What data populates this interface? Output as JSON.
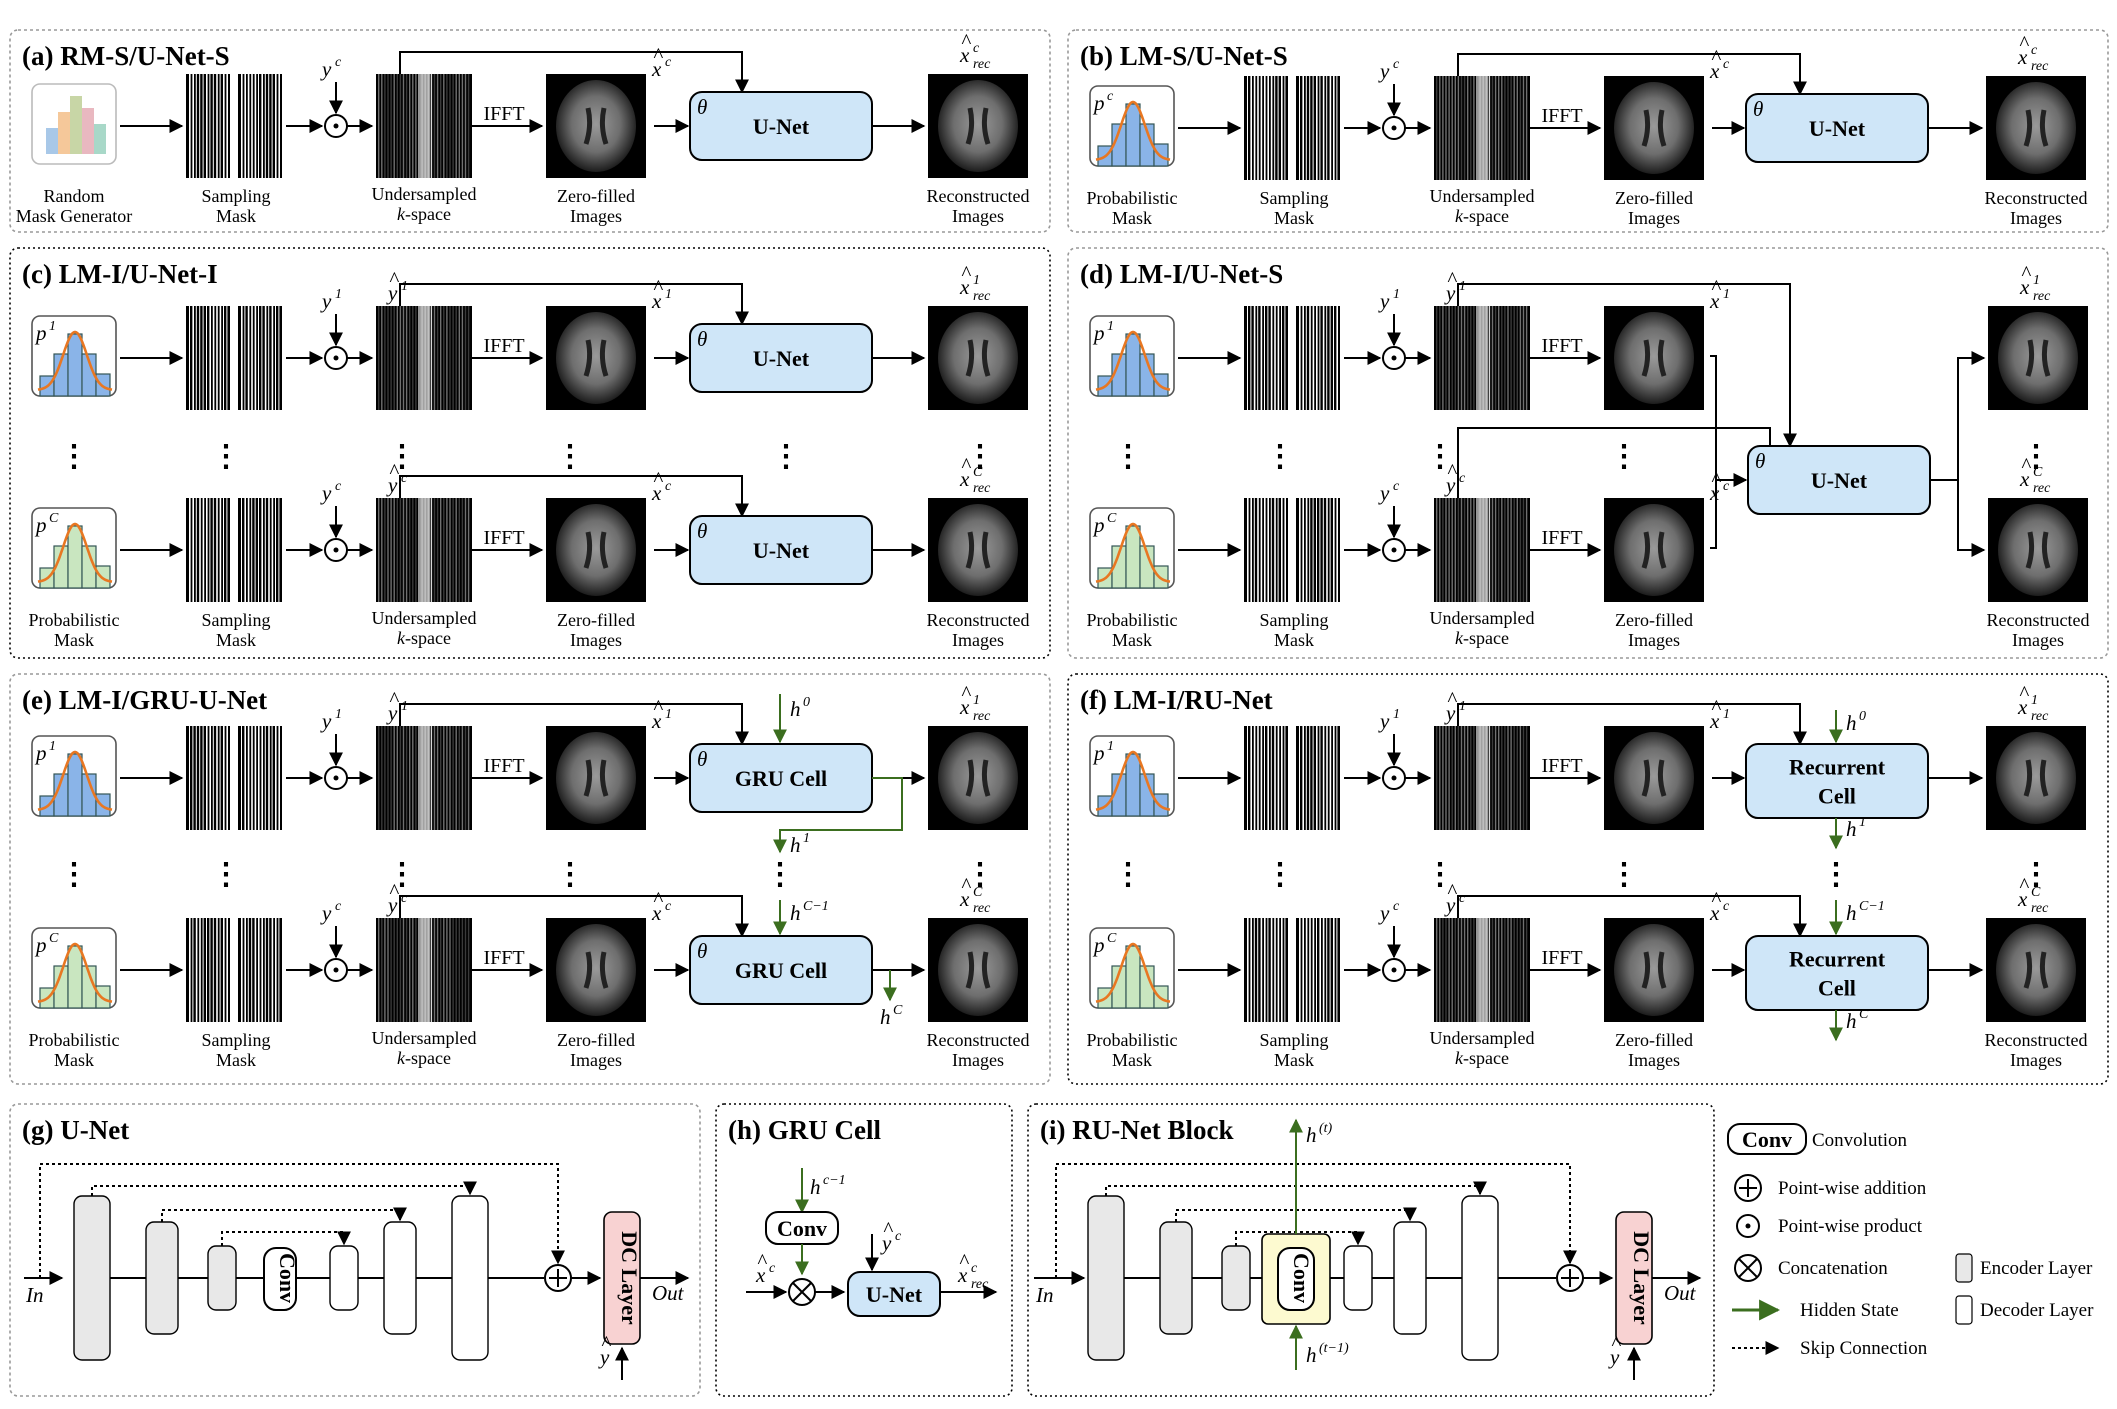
{
  "panels": {
    "a": {
      "title": "(a) RM-S/U-Net-S"
    },
    "b": {
      "title": "(b) LM-S/U-Net-S"
    },
    "c": {
      "title": "(c) LM-I/U-Net-I"
    },
    "d": {
      "title": "(d) LM-I/U-Net-S"
    },
    "e": {
      "title": "(e) LM-I/GRU-U-Net"
    },
    "f": {
      "title": "(f) LM-I/RU-Net"
    },
    "g": {
      "title": "(g) U-Net"
    },
    "h": {
      "title": "(h) GRU Cell"
    },
    "i": {
      "title": "(i) RU-Net Block"
    }
  },
  "captions": {
    "random_mask": [
      "Random",
      "Mask Generator"
    ],
    "prob_mask": [
      "Probabilistic",
      "Mask"
    ],
    "sampling_mask": [
      "Sampling",
      "Mask"
    ],
    "undersampled": [
      "Undersampled",
      "k-space"
    ],
    "zero_filled": [
      "Zero-filled",
      "Images"
    ],
    "reconstructed": [
      "Reconstructed",
      "Images"
    ]
  },
  "labels": {
    "ifft": "IFFT",
    "unet": "U-Net",
    "gru_cell": "GRU Cell",
    "recurrent_cell": [
      "Recurrent",
      "Cell"
    ],
    "conv": "Conv",
    "dc_layer": "DC Layer",
    "in": "In",
    "out": "Out",
    "theta": "θ"
  },
  "legend": {
    "conv": "Convolution",
    "addition": "Point-wise addition",
    "product": "Point-wise product",
    "concat": "Concatenation",
    "encoder": "Encoder Layer",
    "decoder": "Decoder Layer",
    "hidden": "Hidden State",
    "skip": "Skip Connection"
  },
  "colors": {
    "unet_fill": "#cfe6f8",
    "hidden_arrow": "#3b6e1f",
    "dc_fill": "#f8d2d2",
    "conv_fill": "#fdfad0",
    "encoder_fill": "#e8e8e8",
    "gauss_curve": "#e87722",
    "hist_blue": "#8ab4e8",
    "hist_green": "#c9e6c0"
  }
}
